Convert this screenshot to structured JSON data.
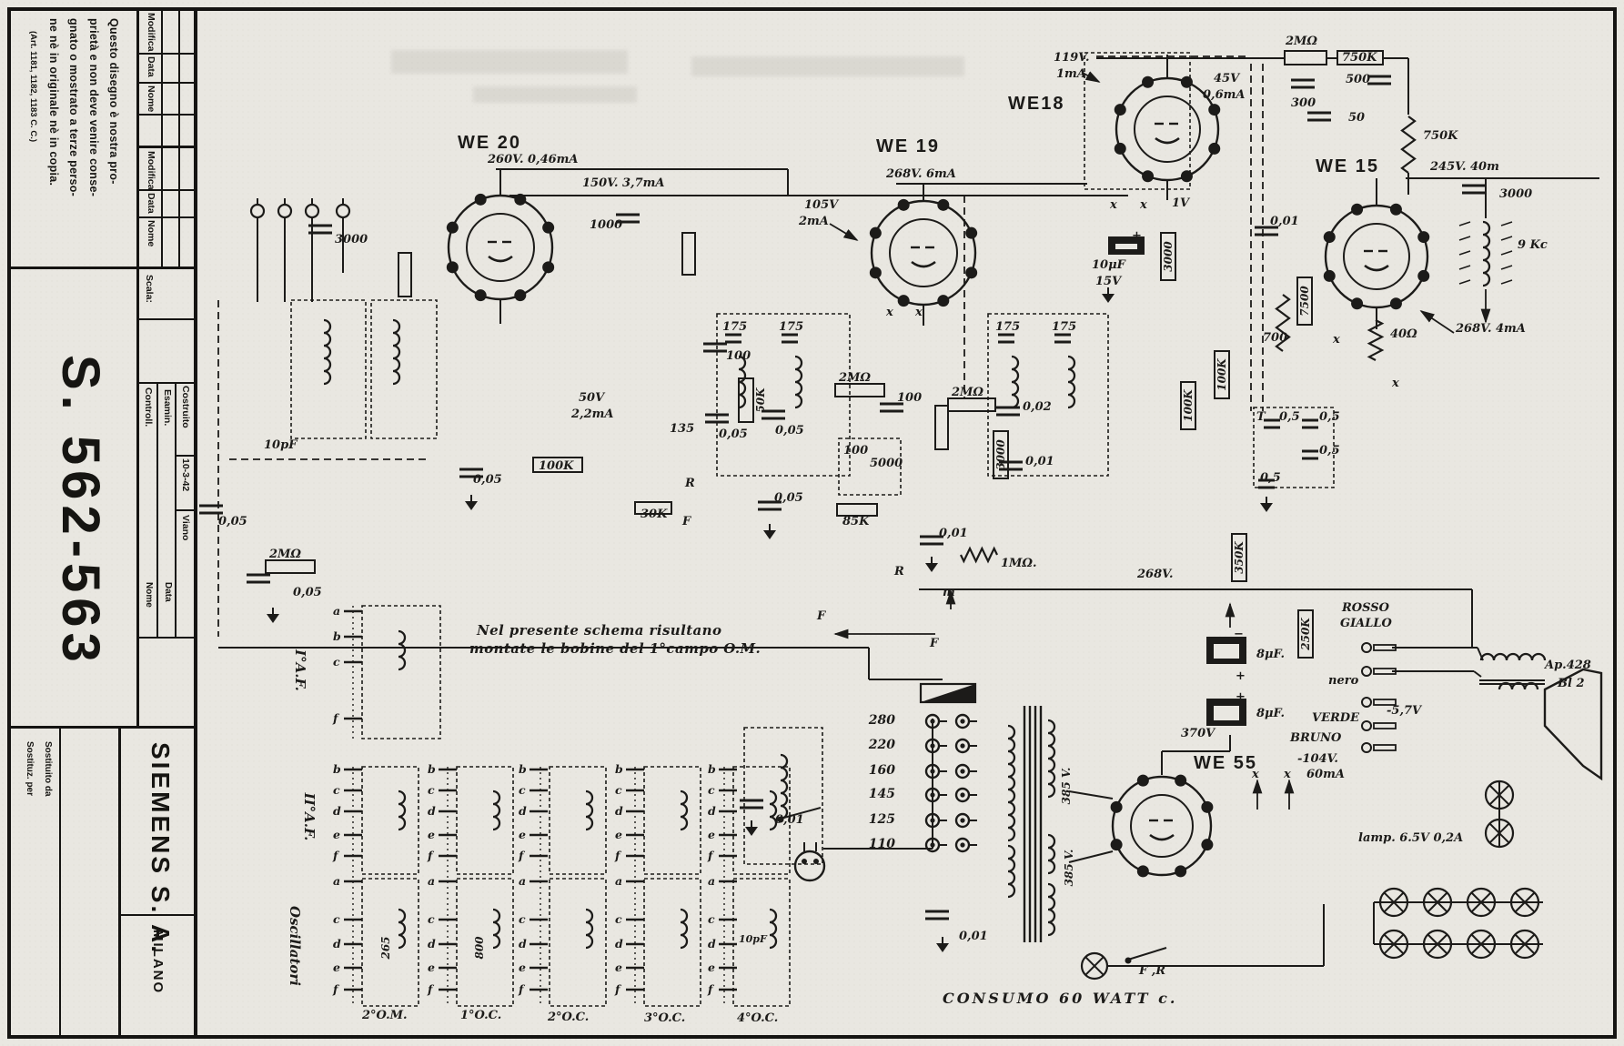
{
  "frame": {
    "legal": {
      "lines": [
        "Questo disegno è nostra pro-",
        "prietà e non deve venire conse-",
        "gnato o mostrato a terze perso-",
        "ne nè in originale nè in copia."
      ],
      "ref": "(Art. 1181, 1182, 1183 C. C.)"
    },
    "rev_headers": [
      "Modifica",
      "Data",
      "Nome",
      "Modifica",
      "Data",
      "Nome"
    ],
    "doc_number": "S. 562-563",
    "scala": "Scala:",
    "info": {
      "r1": "Costruito",
      "r1_data": "10-3-42",
      "r1_nome": "Viano",
      "r2": "Esamin.",
      "r3": "Controll.",
      "h_data": "Data",
      "h_nome": "Nome"
    },
    "company": "SIEMENS S. A.",
    "city": "MILANO",
    "subst1": "Sostituz. per",
    "subst2": "Sostituito da"
  },
  "tubes": {
    "we20": "WE 20",
    "we19": "WE 19",
    "we18": "WE18",
    "we15": "WE 15",
    "we55": "WE 55"
  },
  "power": {
    "taps": [
      "280",
      "220",
      "160",
      "145",
      "125",
      "110"
    ]
  },
  "modules": {
    "iaf": {
      "label": "I°A.F.",
      "terminals": [
        "a",
        "b",
        "c",
        "f"
      ]
    },
    "iiaf": {
      "label": "II°A.F.",
      "terminals": [
        "b",
        "c",
        "d",
        "e",
        "f"
      ]
    },
    "osc": {
      "label": "Oscillatori",
      "terminals": [
        "a",
        "c",
        "d",
        "e",
        "f"
      ]
    },
    "columns": [
      "2°O.M.",
      "1°O.C.",
      "2°O.C.",
      "3°O.C.",
      "4°O.C."
    ]
  },
  "labels": {
    "ant_3000": "3000",
    "ant_10pf": "10pF",
    "ant_2m": "2MΩ",
    "ant_005a": "0,05",
    "ant_005b": "0,05",
    "we20_v1": "260V. 0,46mA",
    "we20_v2": "150V. 3,7mA",
    "we20_1000": "1000",
    "we20_100": "100",
    "we20_50k": "50K",
    "we20_50v": "50V",
    "we20_22ma": "2,2mA",
    "we20_135": "135",
    "we20_100k": "100K",
    "we20_005": "0,05",
    "we20_30k": "30K",
    "we20_r": "R",
    "we20_f": "F",
    "if1_175a": "175",
    "if1_175b": "175",
    "if1_005a": "0,05",
    "if1_005b": "0,05",
    "if2_175a": "175",
    "if2_175b": "175",
    "we19_v1": "268V. 6mA",
    "we19_105": "105V",
    "we19_2ma": "2mA",
    "we19_x1": "x",
    "we19_x2": "x",
    "det_2m1": "2MΩ",
    "det_100a": "100",
    "det_100b": "100",
    "det_5000": "5000",
    "det_85k": "85K",
    "det_005": "0,05",
    "det_2m2": "2MΩ",
    "det_002": "0,02",
    "det_001a": "0,01",
    "det_3000": "3000",
    "det_001b": "0,01",
    "det_1m": "1MΩ.",
    "det_r": "R",
    "det_f1": "F",
    "det_f2": "F",
    "det_m": "m",
    "we18_v1": "119V.",
    "we18_v1b": "1mA",
    "we18_v2": "45V",
    "we18_v2b": "0,6mA",
    "we18_x1": "x",
    "we18_x2": "x",
    "we18_1v": "1V",
    "we18_10uf": "10μF",
    "we18_15v": "15V",
    "we18_plus": "+",
    "we18_3000": "3000",
    "we18_001": "0,01",
    "we18_7500": "7500",
    "we18_700": "700",
    "we18_40": "40Ω",
    "we18_100k1": "100K",
    "we18_100k2": "100K",
    "we18_t": "T",
    "we18_05a": "0,5",
    "we18_05b": "0,5",
    "we18_05c": "0,5",
    "we18_05d": "0,5",
    "we15_2m": "2MΩ",
    "we15_750k1": "750K",
    "we15_500": "500",
    "we15_300": "300",
    "we15_50": "50",
    "we15_750k2": "750K",
    "we15_245": "245V. 40m",
    "we15_3000": "3000",
    "we15_9kc": "9 Kc",
    "we15_268": "268V. 4mA",
    "we15_x1": "x",
    "we15_x2": "x",
    "psu_268": "268V.",
    "psu_350k": "350K",
    "psu_250k": "250K",
    "psu_8uf1": "8μF.",
    "psu_8uf2": "8μF.",
    "psu_minus": "−",
    "psu_plus1": "+",
    "psu_plus2": "+",
    "psu_370": "370V",
    "psu_385a": "385 V.",
    "psu_385b": "385 V.",
    "psu_001a": "0,01",
    "psu_001b": "0,01",
    "psu_fr": "F ,R",
    "psu_consumo": "CONSUMO 60  WATT c.",
    "we55_x1": "x",
    "we55_x2": "x",
    "out_bruno": "BRUNO",
    "out_104": "-104V.",
    "out_60": "60mA",
    "out_nero": "nero",
    "out_verde": "VERDE",
    "out_57": "-5,7V",
    "out_rosso": "ROSSO",
    "out_giallo": "GIALLO",
    "out_ap": "Ap.428",
    "out_bl": "Bl 2",
    "out_lamp": "lamp. 6.5V 0,2A",
    "note1": "Nel presente schema risultano",
    "note2": "montate le bobine del 1°campo O.M.",
    "osc_265": "265",
    "osc_800": "800",
    "osc_10pf": "10pF"
  }
}
